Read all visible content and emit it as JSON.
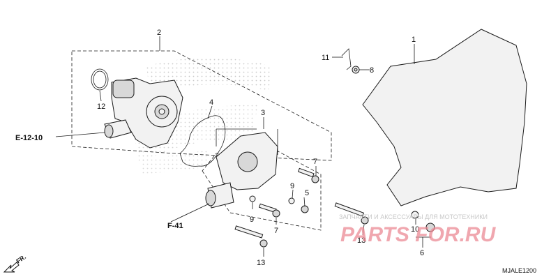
{
  "callouts": {
    "p1": "1",
    "p2": "2",
    "p3": "3",
    "p4": "4",
    "p5": "5",
    "p6": "6",
    "p7a": "7",
    "p7b": "7",
    "p8": "8",
    "p9a": "9",
    "p9b": "9",
    "p10": "10",
    "p11": "11",
    "p12": "12",
    "p13a": "13",
    "p13b": "13"
  },
  "references": {
    "e_ref": "E-12-10",
    "f_ref": "F-41"
  },
  "direction_label": "FR.",
  "diagram_code": "MJALE1200",
  "watermark": {
    "tagline": "ЗАПЧАСТИ И АКСЕССУАРЫ ДЛЯ МОТОТЕХНИКИ",
    "brand": "PARTS FOR.RU"
  }
}
